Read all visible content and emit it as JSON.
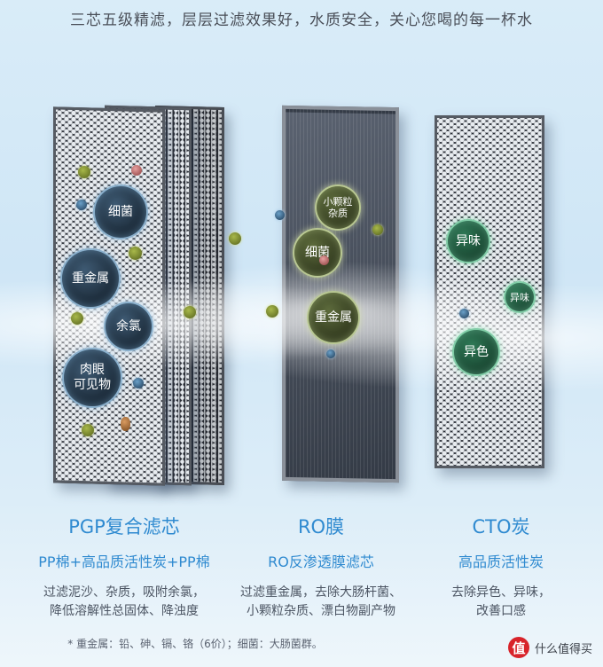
{
  "headline": "三芯五级精滤，层层过滤效果好，水质安全，关心您喝的每一杯水",
  "bubbles": {
    "pgp": [
      "细菌",
      "重金属",
      "余氯",
      "肉眼\n可见物"
    ],
    "ro": [
      "小颗粒\n杂质",
      "细菌",
      "重金属"
    ],
    "cto": [
      "异味",
      "异味",
      "异色"
    ]
  },
  "filters": [
    {
      "title": "PGP复合滤芯",
      "subtitle": "PP棉+高品质活性炭+PP棉",
      "desc_line1": "过滤泥沙、杂质，吸附余氯，",
      "desc_line2": "降低溶解性总固体、降浊度"
    },
    {
      "title": "RO膜",
      "subtitle": "RO反渗透膜滤芯",
      "desc_line1": "过滤重金属，去除大肠杆菌、",
      "desc_line2": "小颗粒杂质、漂白物副产物"
    },
    {
      "title": "CTO炭",
      "subtitle": "高品质活性炭",
      "desc_line1": "去除异色、异味，",
      "desc_line2": "改善口感"
    }
  ],
  "footnote": "* 重金属：铅、砷、镉、铬（6价）；细菌：大肠菌群。",
  "watermark": {
    "logo": "值",
    "text": "什么值得买"
  },
  "colors": {
    "accent": "#2f8ad0",
    "body_text": "#4c5563",
    "background": "#d9ecf8"
  }
}
